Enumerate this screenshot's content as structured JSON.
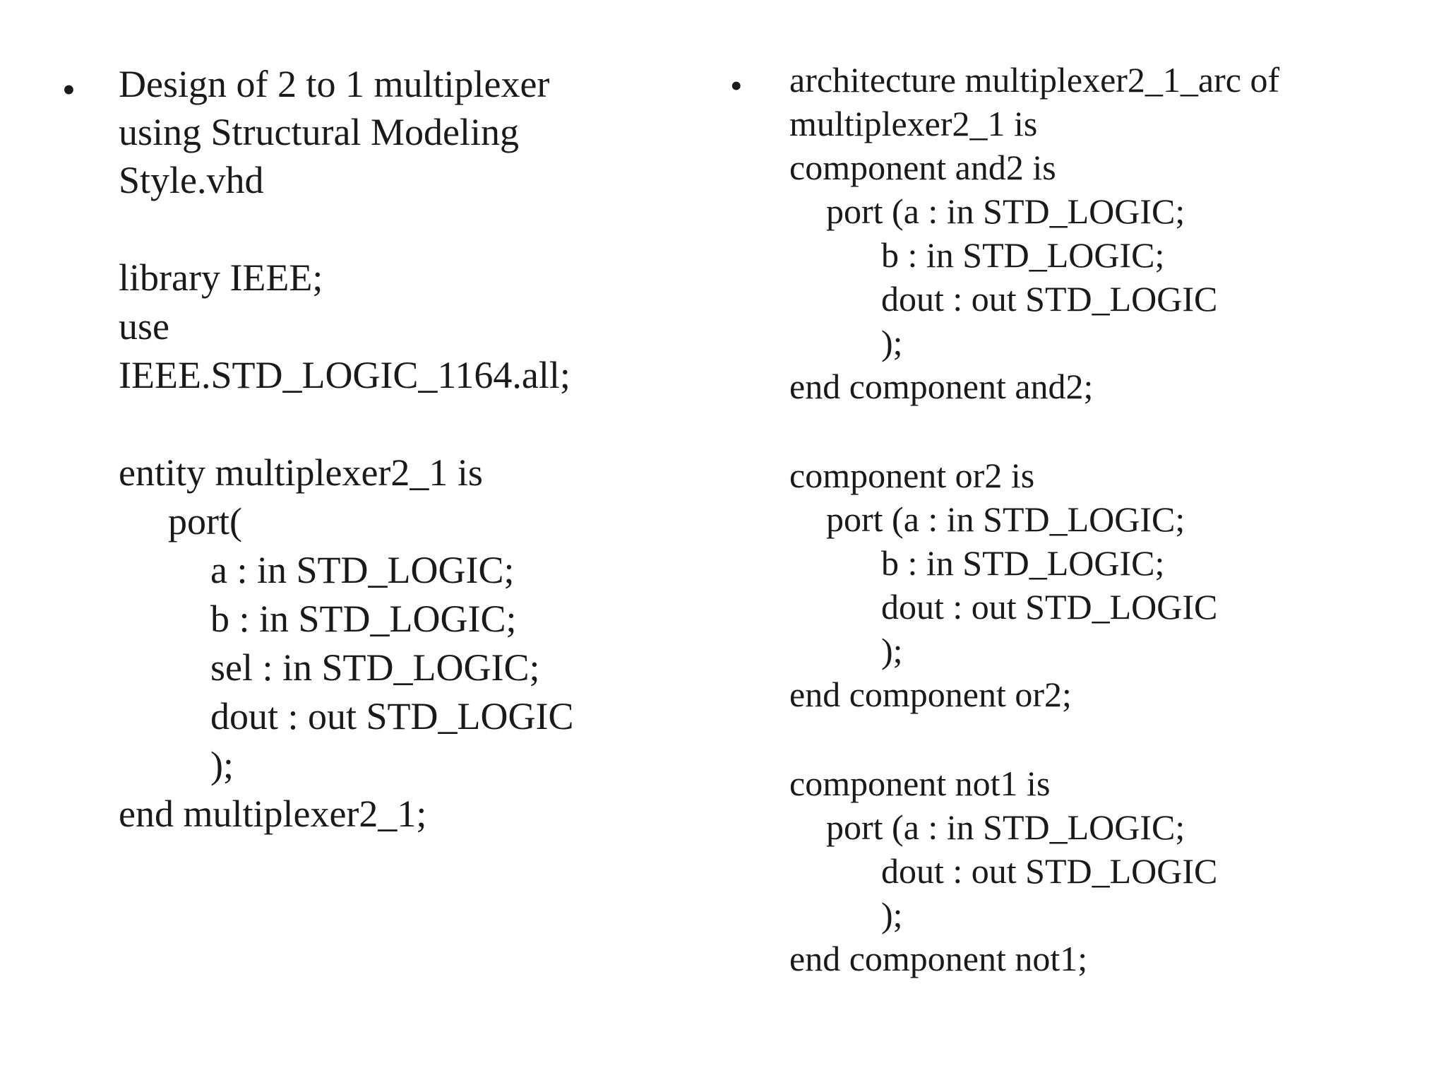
{
  "left": {
    "bullet": "•",
    "lines": [
      "Design of 2 to 1 multiplexer",
      "using Structural Modeling",
      "Style.vhd",
      "library IEEE;",
      "use",
      "IEEE.STD_LOGIC_1164.all;",
      "entity multiplexer2_1 is",
      "port(",
      "a : in STD_LOGIC;",
      "b : in STD_LOGIC;",
      "sel : in STD_LOGIC;",
      "dout : out STD_LOGIC",
      ");",
      "end multiplexer2_1;"
    ]
  },
  "right": {
    "bullet": "•",
    "lines": [
      "architecture multiplexer2_1_arc of",
      "multiplexer2_1 is",
      "component and2 is",
      "port (a : in STD_LOGIC;",
      "b : in STD_LOGIC;",
      "dout : out STD_LOGIC",
      ");",
      "end component and2;",
      "component or2 is",
      "port (a : in STD_LOGIC;",
      "b : in STD_LOGIC;",
      "dout : out STD_LOGIC",
      ");",
      "end component or2;",
      "component not1 is",
      "port (a : in STD_LOGIC;",
      "dout : out STD_LOGIC",
      ");",
      "end component not1;"
    ]
  }
}
